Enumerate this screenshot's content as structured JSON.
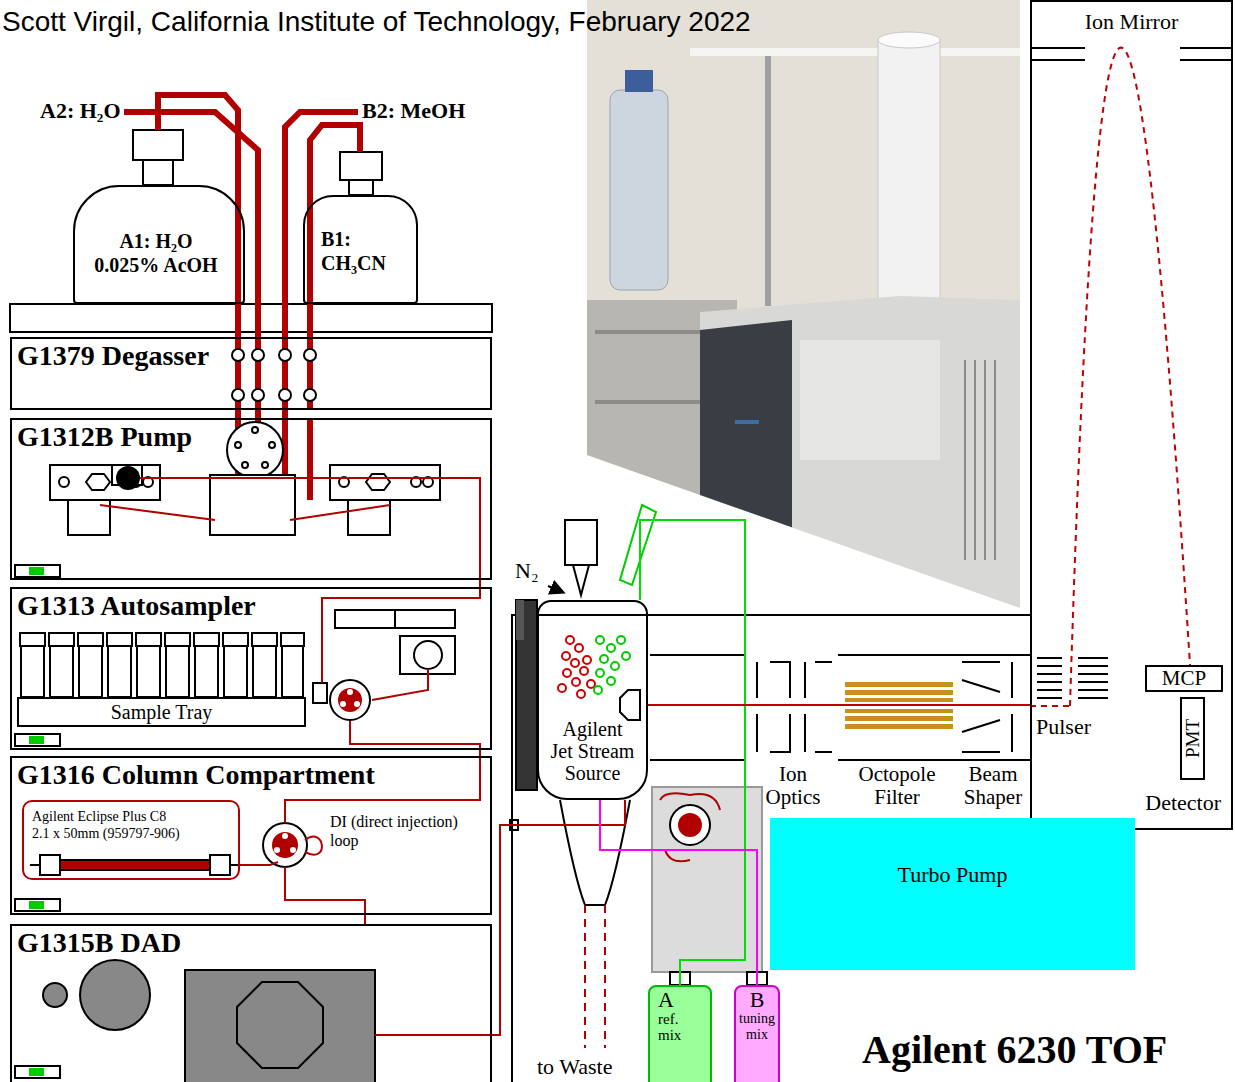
{
  "diagram": {
    "title": "Agilent 6230 TOF",
    "nodes": [
      {
        "text": [
          "A1: H₂O",
          "0.025% AcOH"
        ]
      },
      {
        "text": [
          "B1:",
          "CH₃CN"
        ]
      },
      {
        "text": [
          "G1379 Degasser"
        ]
      },
      {
        "text": [
          "G1312B Pump"
        ]
      },
      {
        "text": [
          "G1313 Autosampler"
        ]
      },
      {
        "text": [
          "Sample Tray"
        ],
        "in": 4
      },
      {
        "text": [
          "G1316 Column Compartment"
        ]
      },
      {
        "text": [
          "Agilent Eclipse Plus C8",
          "2.1 x 50mm (959797-906)"
        ],
        "in": 6
      },
      {
        "text": [
          "G1315B DAD"
        ]
      },
      {
        "text": [
          "Agilent Jet Stream Source"
        ]
      },
      {
        "text": [
          "Ion Optics"
        ]
      },
      {
        "text": [
          "Octopole Filter"
        ]
      },
      {
        "text": [
          "Beam Shaper"
        ]
      },
      {
        "text": [
          "Ion Mirror",
          "Pulser",
          "Detector"
        ]
      },
      {
        "text": [
          "MCP"
        ],
        "in": 13
      },
      {
        "text": [
          "PMT"
        ],
        "in": 13
      },
      {
        "text": [
          "Turbo Pump"
        ]
      },
      {
        "text": [
          "A",
          "ref. mix"
        ]
      },
      {
        "text": [
          "B",
          "tuning mix"
        ]
      }
    ],
    "edges": [
      {
        "from": 0,
        "to": 2,
        "arrow": "none"
      },
      {
        "from": 1,
        "to": 2,
        "arrow": "none"
      },
      {
        "from": 2,
        "to": 3,
        "arrow": "none"
      },
      {
        "from": 3,
        "to": 4,
        "arrow": "none"
      },
      {
        "from": 4,
        "to": 6,
        "arrow": "none"
      },
      {
        "from": 6,
        "to": 8,
        "arrow": "none"
      },
      {
        "from": 8,
        "to": 9,
        "arrow": "none"
      },
      {
        "from": 17,
        "to": 9,
        "arrow": "none"
      },
      {
        "from": 18,
        "to": 9,
        "arrow": "none"
      },
      {
        "from": 9,
        "to": 10,
        "arrow": "none"
      },
      {
        "from": 10,
        "to": 11,
        "arrow": "none"
      },
      {
        "from": 11,
        "to": 12,
        "arrow": "none"
      },
      {
        "from": 12,
        "to": 13,
        "arrow": "none"
      }
    ],
    "labels": [
      "Scott Virgil, California Institute of Technology, February 2022",
      "A2: H₂O",
      "B2: MeOH",
      "N₂",
      "DI (direct injection) loop",
      "to Waste"
    ]
  }
}
